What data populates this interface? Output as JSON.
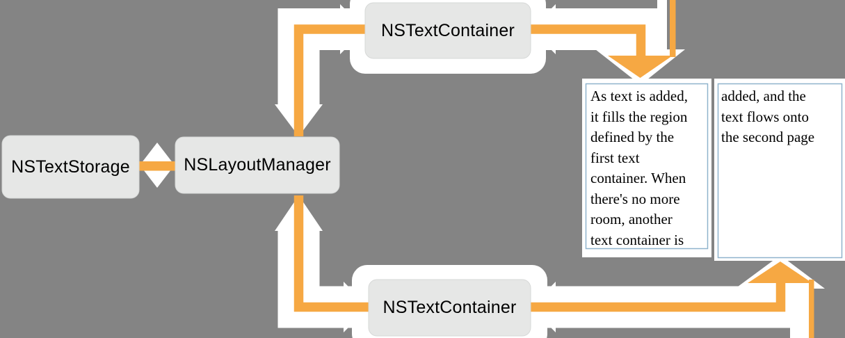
{
  "nodes": {
    "text_storage": {
      "label": "NSTextStorage"
    },
    "layout_manager": {
      "label": "NSLayoutManager"
    },
    "text_container_first": {
      "label": "NSTextContainer"
    },
    "text_container_second": {
      "label": "NSTextContainer"
    }
  },
  "pages": {
    "first": {
      "text": "As text is added,\nit fills the region\ndefined by the\nfirst text\ncontainer. When\nthere's no more\nroom, another\ntext container is"
    },
    "second": {
      "text": "added, and the\ntext flows onto\nthe second page"
    }
  },
  "colors": {
    "background": "#848484",
    "arrow": "#F6A843",
    "arrow_halo": "#FFFFFF",
    "node_fill": "#E6E7E6",
    "page_fill": "#FFFFFF",
    "page_border": "#8FB3CD",
    "label_text": "#000000",
    "page_text": "#000000"
  }
}
